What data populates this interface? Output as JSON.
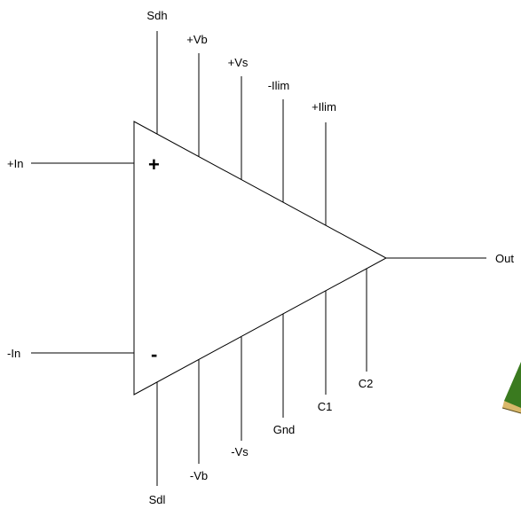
{
  "pins": {
    "in_plus": "+In",
    "in_minus": "-In",
    "out": "Out",
    "sdh": "Sdh",
    "vb_plus": "+Vb",
    "vs_plus": "+Vs",
    "ilim_minus": "-Ilim",
    "ilim_plus": "+Ilim",
    "sdl": "Sdl",
    "vb_minus": "-Vb",
    "vs_minus": "-Vs",
    "gnd": "Gnd",
    "c1": "C1",
    "c2": "C2"
  },
  "symbols": {
    "plus": "+",
    "minus": "-"
  },
  "colors": {
    "line": "#000000",
    "background": "#ffffff",
    "fragment_green": "#3a7a1f",
    "fragment_tan": "#d9b86a"
  }
}
